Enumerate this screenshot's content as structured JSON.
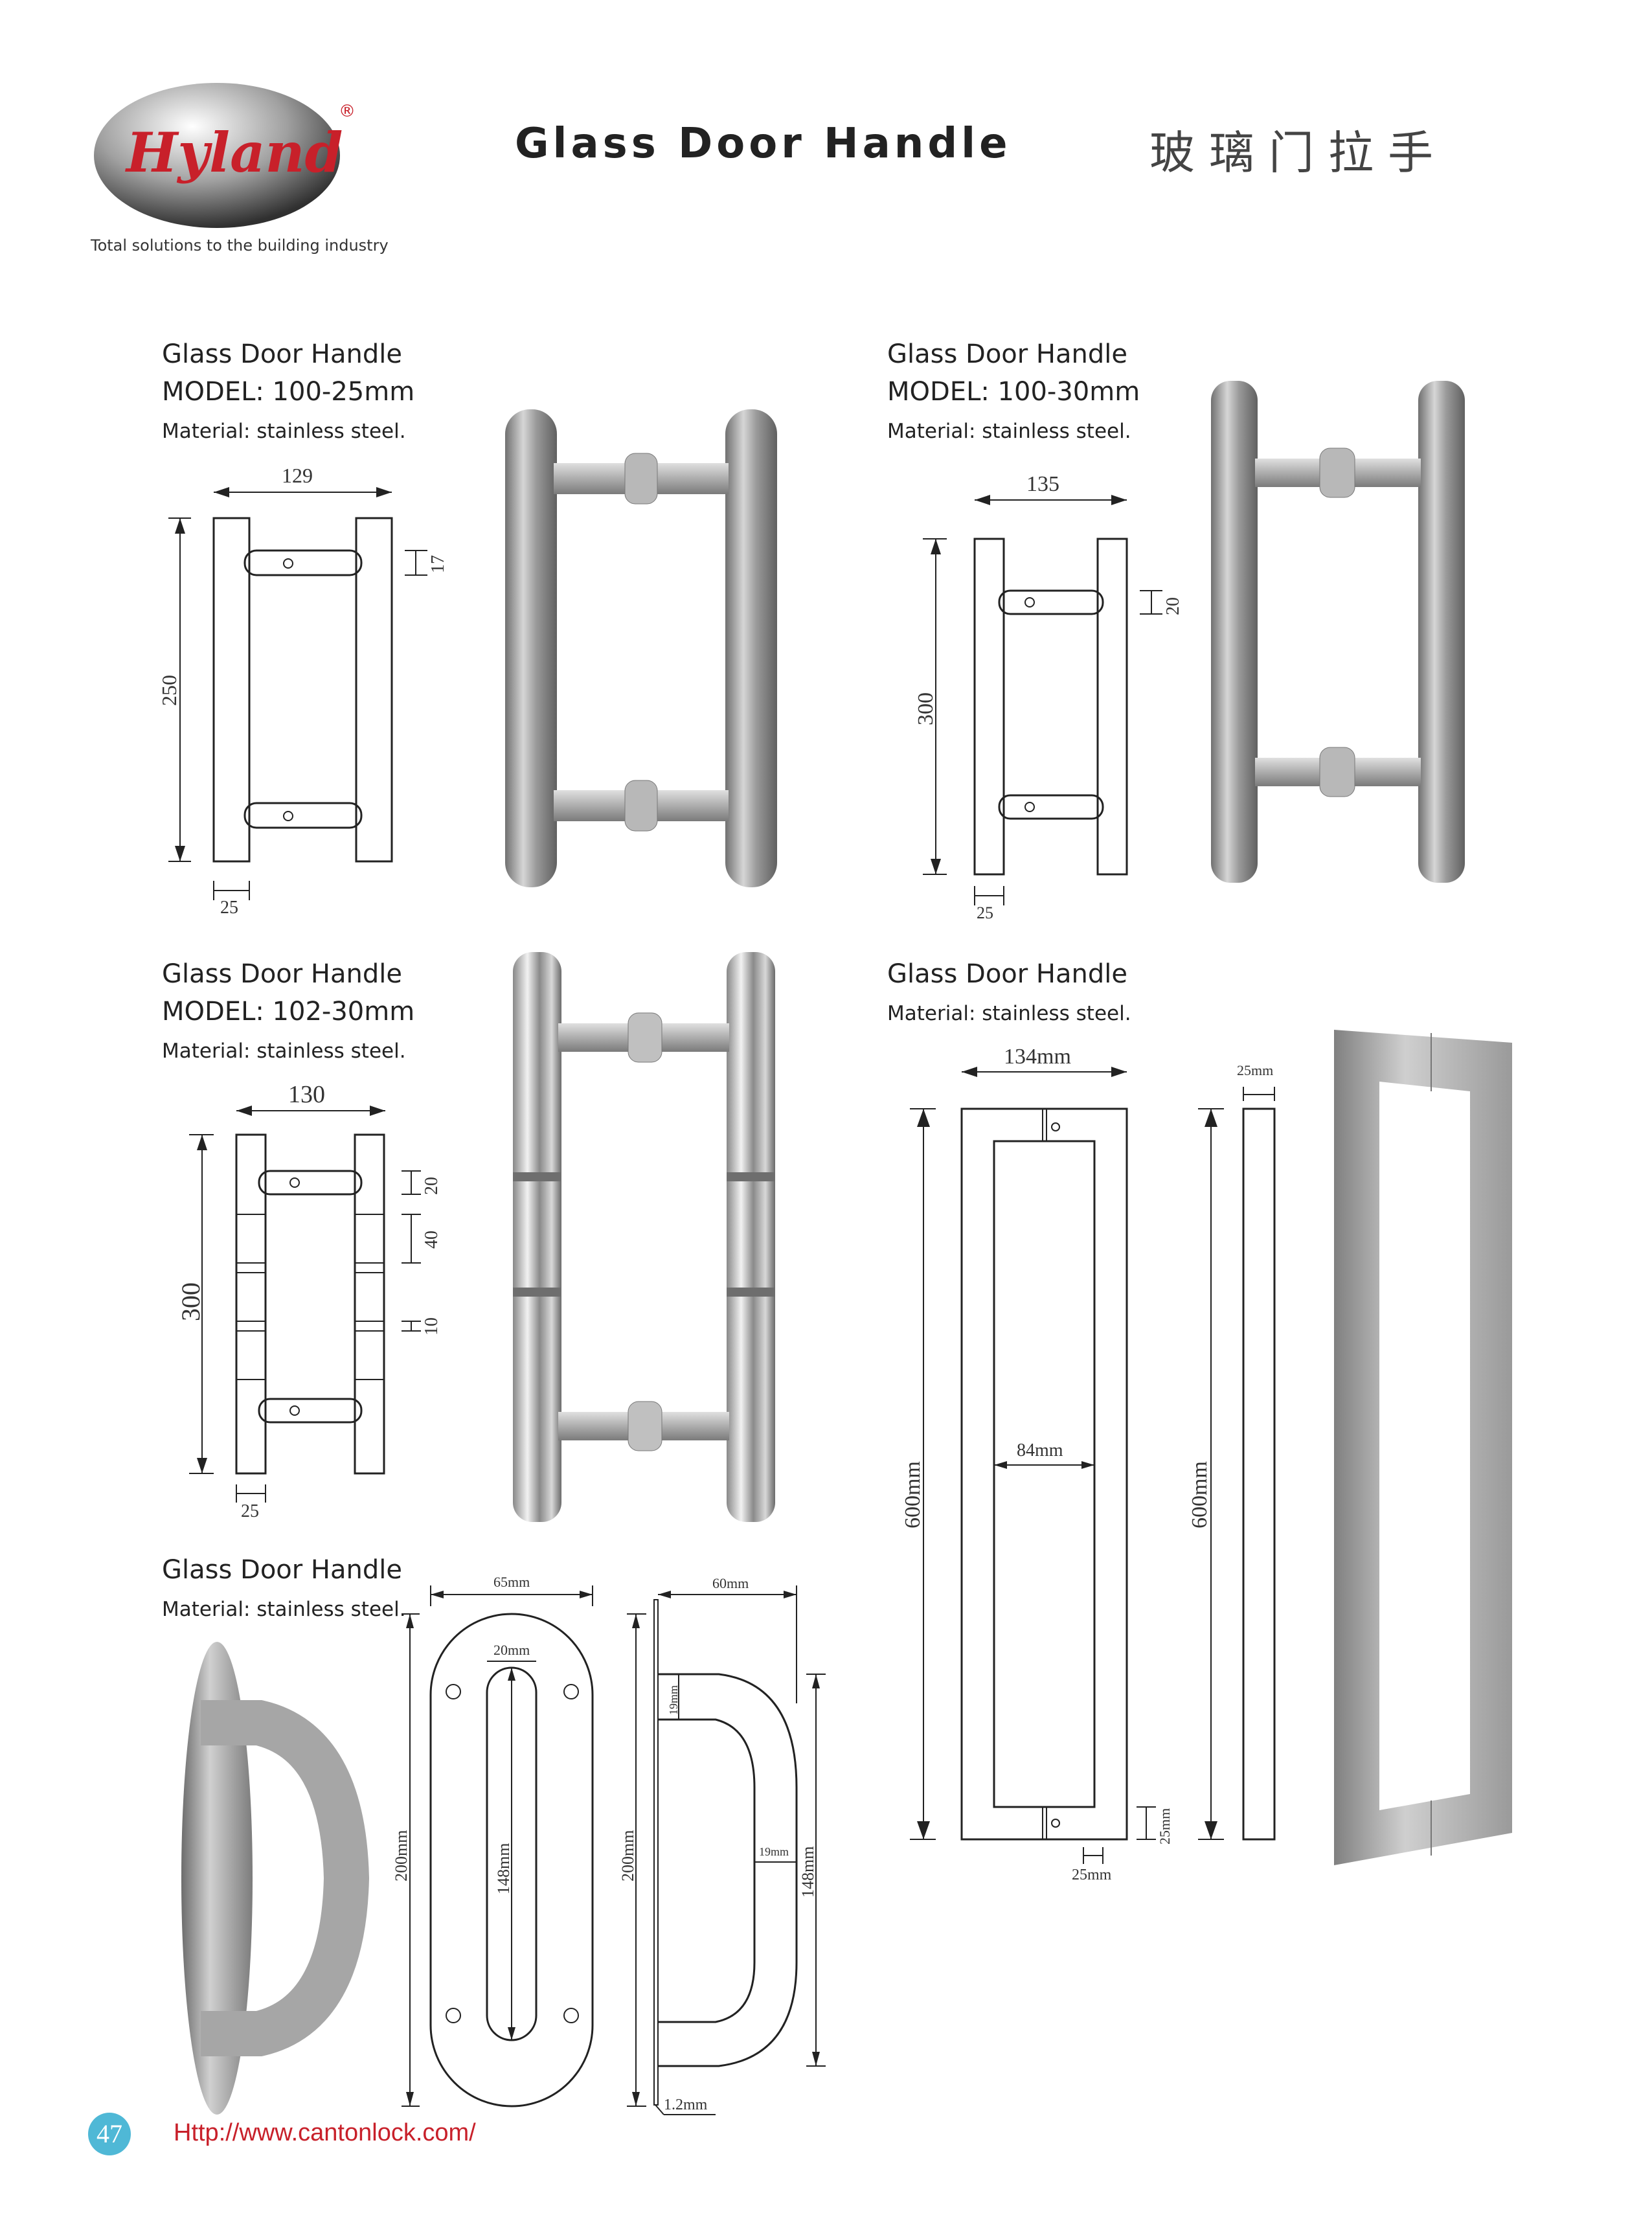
{
  "header": {
    "logo_text": "Hyland",
    "logo_reg": "®",
    "tagline": "Total solutions to the building industry",
    "title_en": "Glass Door Handle",
    "title_cn": "玻璃门拉手"
  },
  "products": [
    {
      "title": "Glass Door Handle",
      "model": "MODEL: 100-25mm",
      "material": "Material: stainless steel.",
      "dims": {
        "width": "129",
        "height": "250",
        "bar": "17",
        "tube": "25"
      }
    },
    {
      "title": "Glass Door Handle",
      "model": "MODEL: 100-30mm",
      "material": "Material: stainless steel.",
      "dims": {
        "width": "135",
        "height": "300",
        "bar": "20",
        "tube": "25"
      }
    },
    {
      "title": "Glass Door Handle",
      "model": "MODEL: 102-30mm",
      "material": "Material: stainless steel.",
      "dims": {
        "width": "130",
        "height": "300",
        "bar": "20",
        "mid": "40",
        "ring": "10",
        "tube": "25"
      }
    },
    {
      "title": "Glass Door Handle",
      "material": "Material: stainless steel.",
      "dims": {
        "width": "134mm",
        "height": "600mm",
        "inner": "84mm",
        "tube": "25mm",
        "end": "25mm",
        "side_w": "25mm",
        "side_h": "600mm"
      }
    },
    {
      "title": "Glass Door Handle",
      "material": "Material: stainless steel.",
      "dims": {
        "plate_w": "65mm",
        "slot_w": "20mm",
        "slot_h": "148mm",
        "plate_h": "200mm",
        "depth": "60mm",
        "bar1": "19mm",
        "bar2": "19mm",
        "side_h": "200mm",
        "grip_h": "148mm",
        "thick": "1.2mm"
      }
    }
  ],
  "footer": {
    "page_number": "47",
    "url": "Http://www.cantonlock.com/"
  },
  "colors": {
    "logo_red": "#c8202a",
    "page_badge": "#4fb8d6",
    "steel": "#a8a8a8"
  }
}
